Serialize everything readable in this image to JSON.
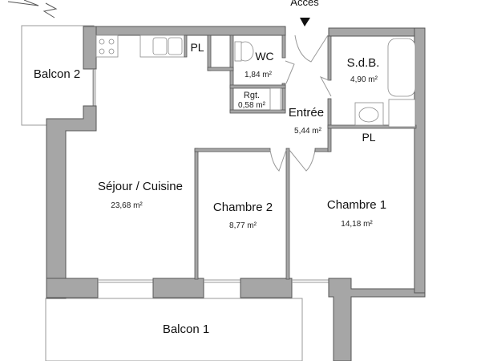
{
  "plan": {
    "access": {
      "label": "Accès",
      "icon": "arrow-down-icon"
    },
    "north_icon": "north-arrow-icon",
    "rooms": [
      {
        "id": "balcon2",
        "name": "Balcon 2",
        "area": ""
      },
      {
        "id": "wc",
        "name": "WC",
        "area": "1,84 m²"
      },
      {
        "id": "rgt",
        "name": "Rgt.",
        "area": "0,58 m²"
      },
      {
        "id": "entree",
        "name": "Entrée",
        "area": "5,44 m²"
      },
      {
        "id": "sdb",
        "name": "S.d.B.",
        "area": "4,90 m²"
      },
      {
        "id": "sejour",
        "name": "Séjour / Cuisine",
        "area": "23,68 m²"
      },
      {
        "id": "chambre2",
        "name": "Chambre 2",
        "area": "8,77 m²"
      },
      {
        "id": "chambre1",
        "name": "Chambre 1",
        "area": "14,18 m²"
      },
      {
        "id": "balcon1",
        "name": "Balcon 1",
        "area": ""
      }
    ],
    "closets": [
      {
        "id": "pl-kitchen",
        "label": "PL"
      },
      {
        "id": "pl-chambre1",
        "label": "PL"
      }
    ],
    "colors": {
      "wall": "#a6a6a6",
      "outline": "#555555",
      "background": "#ffffff"
    }
  }
}
